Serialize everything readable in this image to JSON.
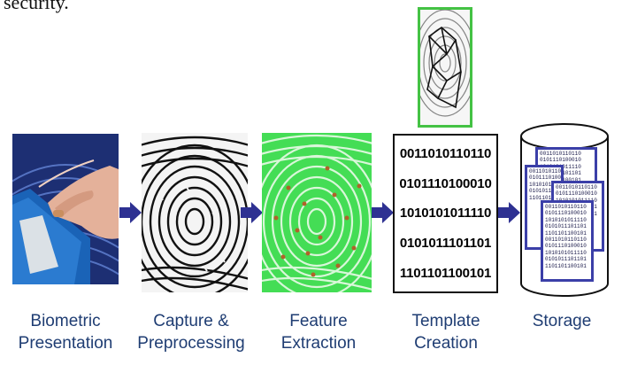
{
  "header_fragment": "security.",
  "stages": [
    {
      "label_lines": [
        "Biometric",
        "Presentation"
      ],
      "image": "hand-on-fingerprint-scanner"
    },
    {
      "label_lines": [
        "Capture &",
        "Preprocessing"
      ],
      "image": "grayscale-fingerprint"
    },
    {
      "label_lines": [
        "Feature",
        "Extraction"
      ],
      "image": "green-fingerprint-with-minutiae"
    },
    {
      "label_lines": [
        "Template",
        "Creation"
      ],
      "image": "fingerprint-template-and-binary-code"
    },
    {
      "label_lines": [
        "Storage"
      ],
      "image": "database-cylinder"
    }
  ],
  "template_binary": [
    "0011010110110",
    "0101110100010",
    "1010101011110",
    "0101011101101",
    "1101101100101"
  ],
  "storage_binary": [
    "0011010110110",
    "0101110100010",
    "1010101011110",
    "0101011101101",
    "1101101100101"
  ],
  "colors": {
    "arrow": "#2e3192",
    "label": "#1f3d73",
    "template_frame": "#44c244",
    "storage_card_border": "#3b3fa8"
  }
}
